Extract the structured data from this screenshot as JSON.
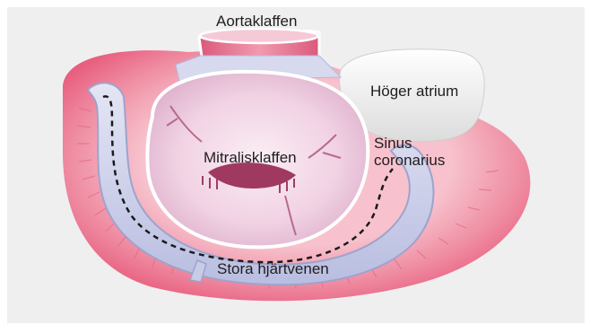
{
  "diagram": {
    "labels": {
      "aortic_valve": "Aortaklaffen",
      "right_atrium": "Höger atrium",
      "mitral_valve": "Mitralisklaffen",
      "coronary_sinus_line1": "Sinus",
      "coronary_sinus_line2": "coronarius",
      "great_cardiac_vein": "Stora hjärtvenen"
    },
    "colors": {
      "background": "#efefef",
      "heart_muscle": "#ec7f97",
      "muscle_highlight": "#f7c2cd",
      "valve_tissue": "#f3d6e7",
      "vein": "#c9cce6",
      "vein_outline": "#9ea3cc",
      "atrium": "#f4f4f4",
      "dashed_path": "#1a1a1a"
    }
  }
}
